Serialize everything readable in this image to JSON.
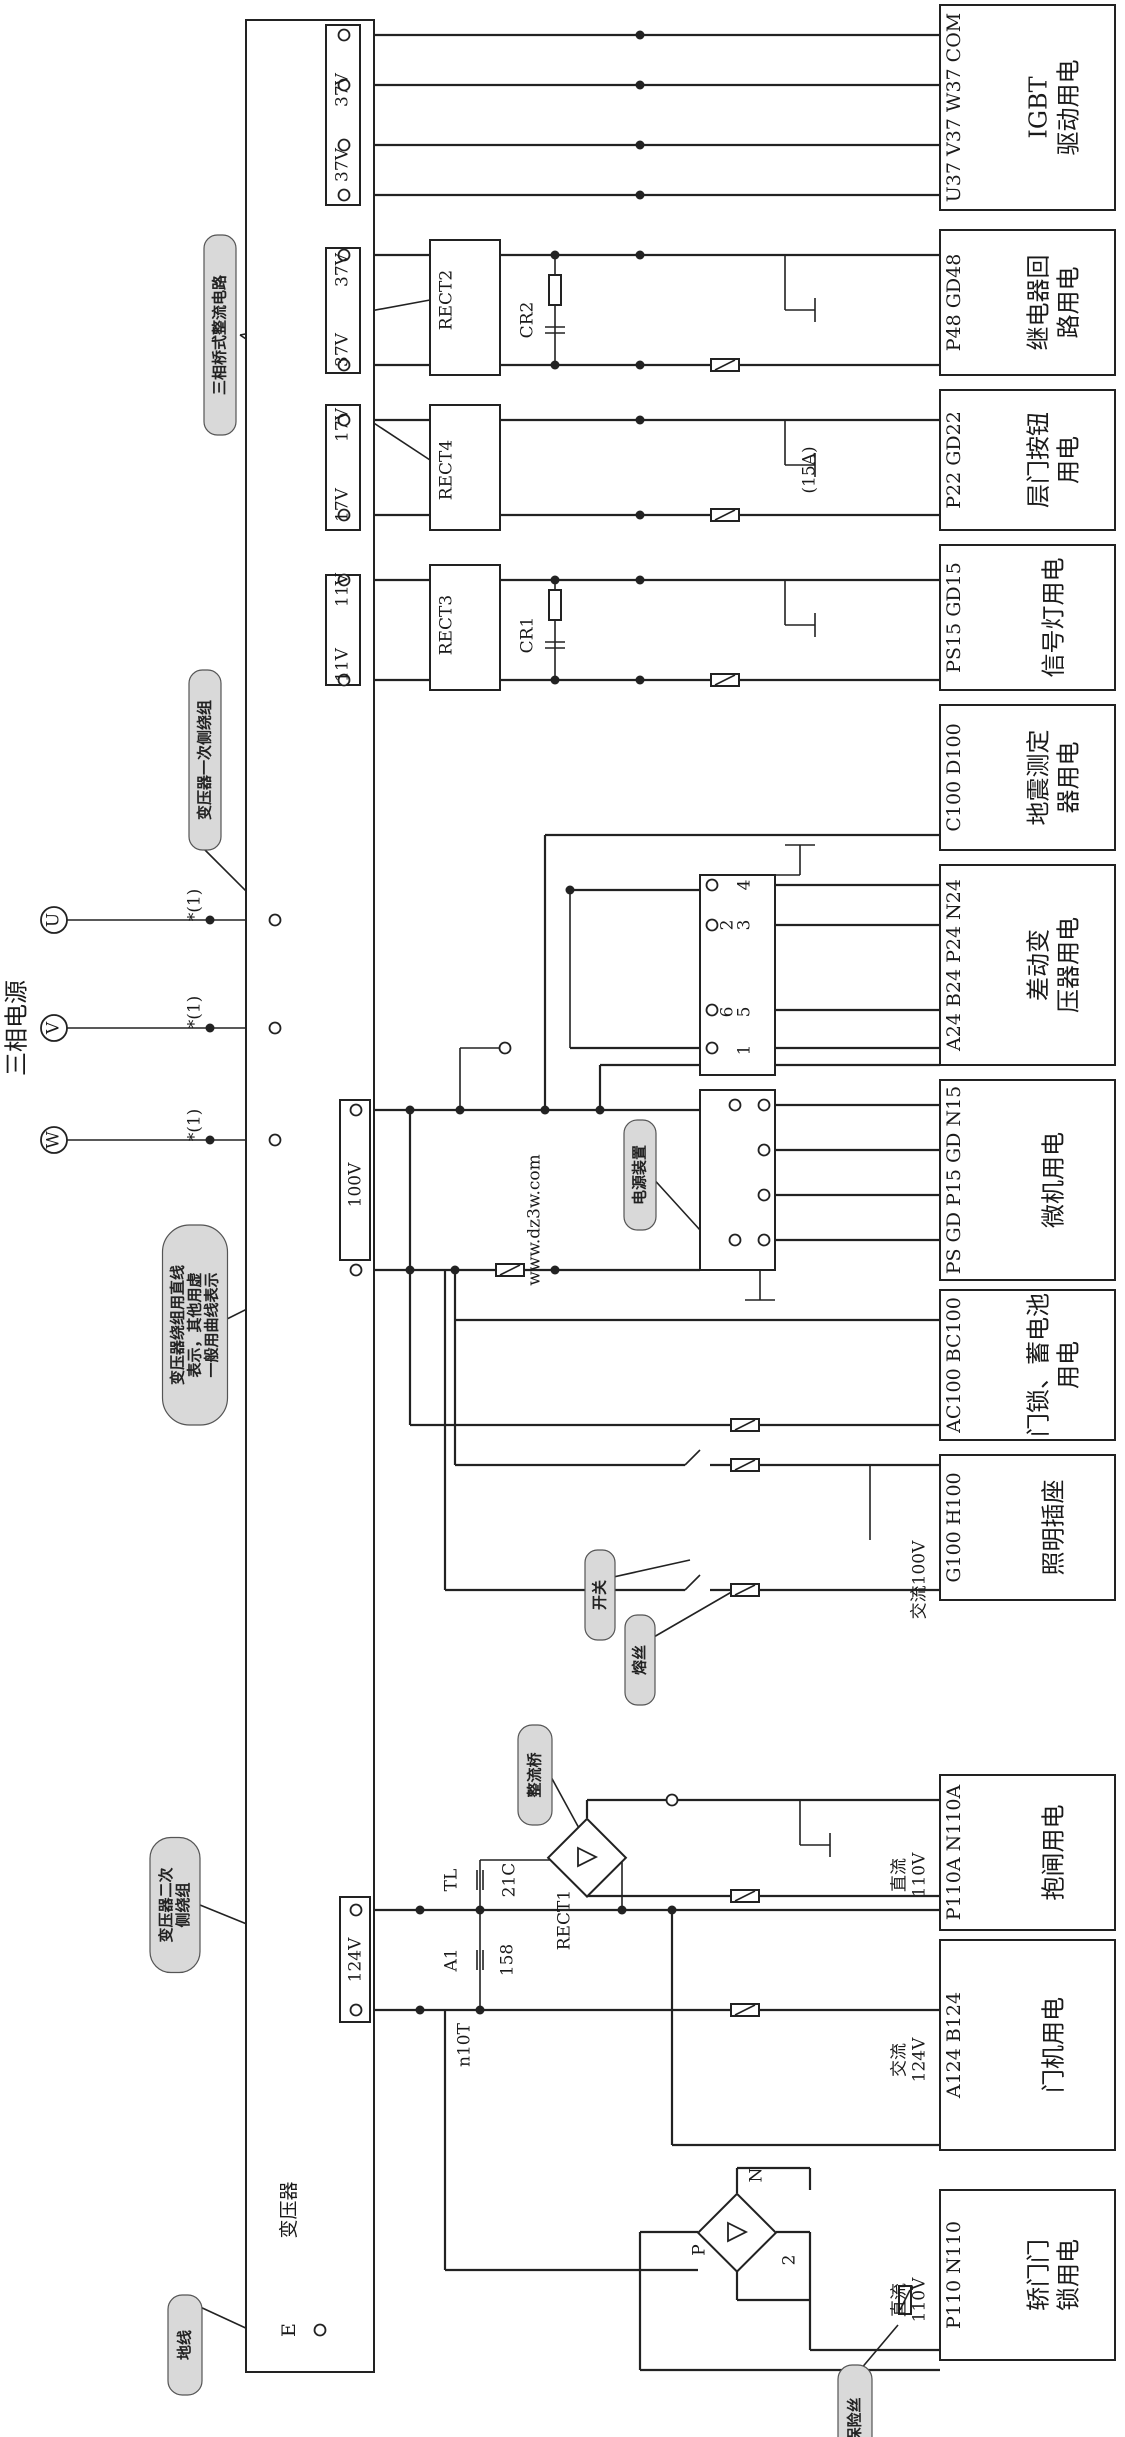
{
  "title": "三相电源",
  "watermark": "www.dz3w.com",
  "phases": [
    "W",
    "V",
    "U"
  ],
  "primary_marks": [
    "*(1)",
    "*(1)",
    "*(1)"
  ],
  "transformer": {
    "label": "变压器",
    "ground_terminal": "E"
  },
  "taps": {
    "t124": "124V",
    "t100": "100V",
    "t11a": "11V",
    "t11b": "11V",
    "t17a": "17V",
    "t17b": "17V",
    "t37a": "37V",
    "t37b": "37V",
    "t37c": "37V",
    "t37d": "37V"
  },
  "rectifiers": {
    "r1": "RECT1",
    "r2": "RECT2",
    "r3": "RECT3",
    "r4": "RECT4"
  },
  "components": {
    "cr1": "CR1",
    "cr2": "CR2",
    "a15": "(15A)",
    "tl": "TL",
    "c21": "21C",
    "a1": "A1",
    "n158": "158",
    "n10t": "n10T",
    "p": "P",
    "n": "N",
    "two": "2",
    "bridge_pins": [
      "1",
      "5",
      "6",
      "3",
      "4",
      "2"
    ]
  },
  "loads": [
    {
      "terms": "P110  N110",
      "volt": "直流\n110V",
      "name": "轿门门\n锁用电"
    },
    {
      "terms": "A124  B124",
      "volt": "交流\n124V",
      "name": "门机用电"
    },
    {
      "terms": "P110A N110A",
      "volt": "直流\n110V",
      "name": "抱闸用电"
    },
    {
      "terms": "G100  H100",
      "volt": "交流100V",
      "name": "照明插座"
    },
    {
      "terms": "AC100 BC100",
      "volt": "",
      "name": "门锁、蓄电池\n用电"
    },
    {
      "terms": "PS GD P15 GD N15",
      "volt": "",
      "name": "微机用电"
    },
    {
      "terms": "A24 B24  P24 N24",
      "volt": "",
      "name": "差动变\n压器用电"
    },
    {
      "terms": "C100  D100",
      "volt": "",
      "name": "地震测定\n器用电"
    },
    {
      "terms": "PS15  GD15",
      "volt": "",
      "name": "信号灯用电"
    },
    {
      "terms": "P22  GD22",
      "volt": "",
      "name": "层门按钮\n用电"
    },
    {
      "terms": "P48  GD48",
      "volt": "",
      "name": "继电器回\n路用电"
    },
    {
      "terms": "U37 V37 W37 COM",
      "volt": "",
      "name": "IGBT\n驱动用电"
    }
  ],
  "callouts": {
    "ground": "地线",
    "fuse": "保险丝",
    "secondary": "变压器二次\n侧绕组",
    "bridge": "整流桥",
    "switch": "开关",
    "fuse2": "熔丝",
    "windings": "变压器绕组用直线\n表示，其他用虚\n一般用曲线表示",
    "power": "电源装置",
    "primary": "变压器一次侧绕组",
    "threephase": "三相桥式整流电路"
  }
}
